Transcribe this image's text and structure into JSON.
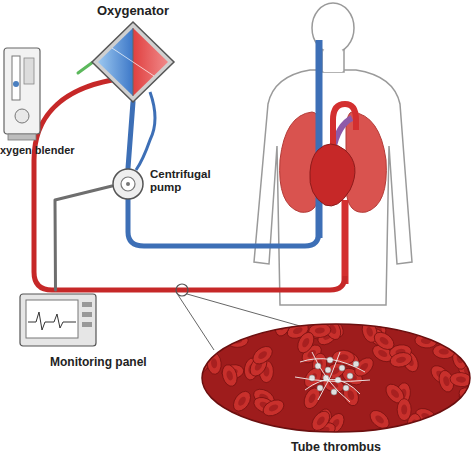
{
  "diagram": {
    "nodes": [
      {
        "text": [
          "Oxygenator"
        ]
      },
      {
        "text": [
          "xygen blender"
        ]
      },
      {
        "text": [
          "Centrifugal pump"
        ]
      },
      {
        "text": [
          "Monitoring panel"
        ]
      },
      {
        "text": [
          "Tube thrombus"
        ]
      }
    ],
    "edges": [
      {
        "from": 1,
        "to": 0,
        "arrow": "none"
      },
      {
        "from": 2,
        "to": 0,
        "arrow": "none"
      },
      {
        "from": 3,
        "to": 2,
        "arrow": "none"
      }
    ]
  }
}
